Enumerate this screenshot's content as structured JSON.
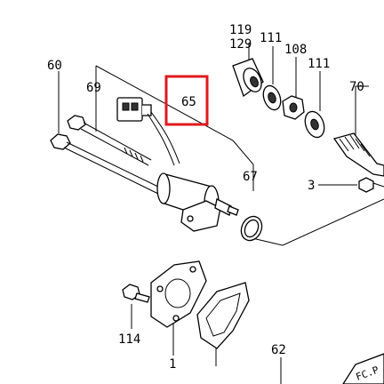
{
  "diagram": {
    "labels": {
      "l119": "119",
      "l129": "129",
      "l111a": "111",
      "l108": "108",
      "l111b": "111",
      "l60": "60",
      "l69": "69",
      "l65": "65",
      "l70": "70",
      "l67": "67",
      "l3": "3",
      "l114": "114",
      "l1": "1",
      "l62": "62",
      "corner": "FC.P"
    },
    "highlight_color": "#e0191e",
    "highlight_part": "65"
  }
}
